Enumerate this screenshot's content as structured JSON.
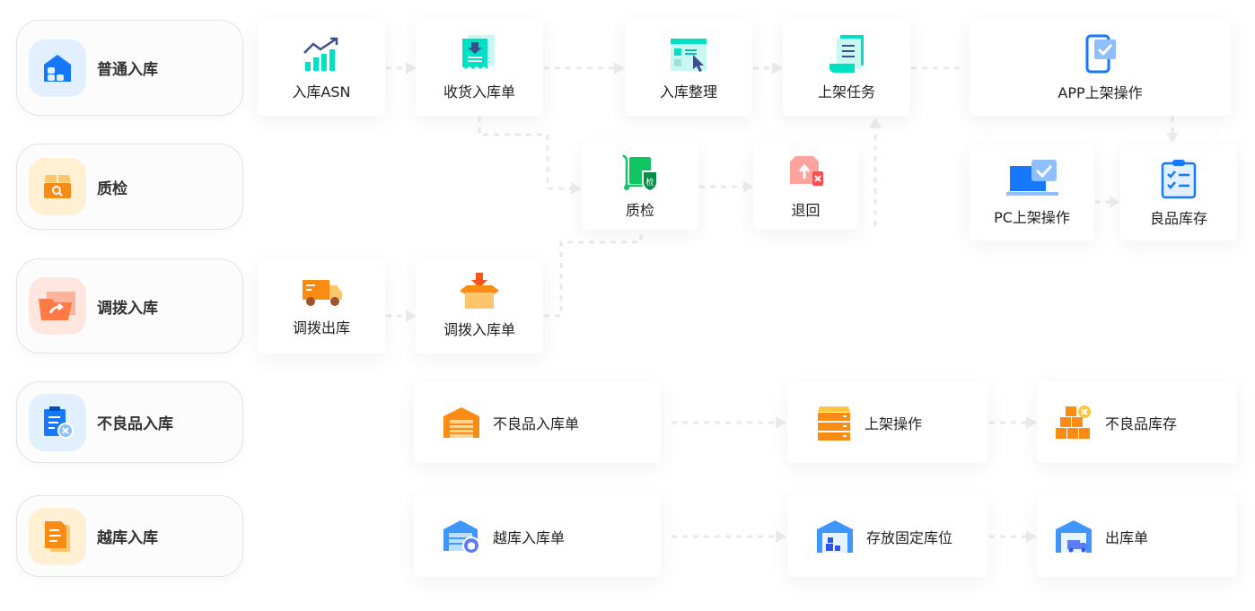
{
  "categories": [
    {
      "label": "普通入库",
      "icon": "warehouse-icon",
      "color": "#1677ff",
      "bg": "#e1efff"
    },
    {
      "label": "质检",
      "icon": "box-search-icon",
      "color": "#fa8c16",
      "bg": "#ffefd3"
    },
    {
      "label": "调拨入库",
      "icon": "folder-transfer-icon",
      "color": "#ff7a45",
      "bg": "#ffe7df"
    },
    {
      "label": "不良品入库",
      "icon": "clipboard-reject-icon",
      "color": "#1677ff",
      "bg": "#e1efff"
    },
    {
      "label": "越库入库",
      "icon": "document-stack-icon",
      "color": "#fa8c16",
      "bg": "#ffefd3"
    }
  ],
  "nodes": {
    "asn": {
      "label": "入库ASN",
      "icon": "rising-chart-icon"
    },
    "receipt": {
      "label": "收货入库单",
      "icon": "receipt-download-icon"
    },
    "organize": {
      "label": "入库整理",
      "icon": "window-cursor-icon"
    },
    "putaway_task": {
      "label": "上架任务",
      "icon": "scroll-document-icon"
    },
    "app_putaway": {
      "label": "APP上架操作",
      "icon": "mobile-check-icon"
    },
    "qc": {
      "label": "质检",
      "icon": "cart-inspection-icon",
      "badge": "检"
    },
    "return": {
      "label": "退回",
      "icon": "box-return-icon"
    },
    "pc_putaway": {
      "label": "PC上架操作",
      "icon": "laptop-check-icon"
    },
    "good_stock": {
      "label": "良品库存",
      "icon": "checklist-icon"
    },
    "transfer_out": {
      "label": "调拨出库",
      "icon": "truck-icon"
    },
    "transfer_in": {
      "label": "调拨入库单",
      "icon": "box-inbound-icon"
    },
    "defect_in": {
      "label": "不良品入库单",
      "icon": "garage-icon"
    },
    "defect_putaway": {
      "label": "上架操作",
      "icon": "shelf-icon"
    },
    "defect_stock": {
      "label": "不良品库存",
      "icon": "boxes-reject-icon"
    },
    "cross_in": {
      "label": "越库入库单",
      "icon": "warehouse-box-icon"
    },
    "fixed_location": {
      "label": "存放固定库位",
      "icon": "warehouse-location-icon"
    },
    "outbound": {
      "label": "出库单",
      "icon": "warehouse-truck-icon"
    }
  },
  "colors": {
    "teal": "#00e0c4",
    "navy": "#3d4f8c",
    "blue": "#1677ff",
    "orange": "#fa8c16",
    "green": "#12c563"
  }
}
